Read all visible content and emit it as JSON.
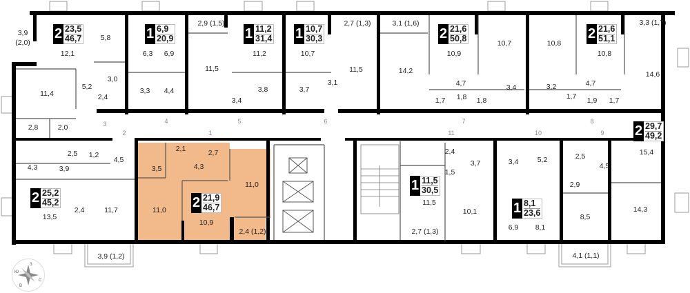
{
  "plan": {
    "highlight_color": "#f2b98a",
    "apartments": [
      {
        "rooms": "2",
        "living": "23,5",
        "total": "46,7"
      },
      {
        "rooms": "1",
        "living": "6,9",
        "total": "20,9"
      },
      {
        "rooms": "1",
        "living": "11,2",
        "total": "31,4"
      },
      {
        "rooms": "1",
        "living": "10,7",
        "total": "30,3"
      },
      {
        "rooms": "2",
        "living": "21,6",
        "total": "50,8"
      },
      {
        "rooms": "2",
        "living": "21,6",
        "total": "51,1"
      },
      {
        "rooms": "2",
        "living": "29,7",
        "total": "49,2"
      },
      {
        "rooms": "2",
        "living": "25,2",
        "total": "45,2"
      },
      {
        "rooms": "2",
        "living": "21,9",
        "total": "46,7"
      },
      {
        "rooms": "1",
        "living": "11,5",
        "total": "30,5"
      },
      {
        "rooms": "1",
        "living": "8,1",
        "total": "23,6"
      }
    ],
    "room_areas": [
      "3,9",
      "(2,0)",
      "12,1",
      "5,8",
      "6,3",
      "6,9",
      "2,9 (1,5)",
      "11,5",
      "11,2",
      "10,7",
      "2,7 (1,3)",
      "11,5",
      "3,1 (1,6)",
      "14,2",
      "10,9",
      "10,7",
      "10,8",
      "10,8",
      "3,3 (1,7)",
      "14,6",
      "11,4",
      "3,0",
      "5,2",
      "2,4",
      "3,3",
      "4,4",
      "3,4",
      "3,8",
      "3,7",
      "3,1",
      "4,7",
      "3,4",
      "3,2",
      "4,7",
      "1,7",
      "1,8",
      "1,8",
      "1,7",
      "1,9",
      "1,7",
      "2,8",
      "2,0",
      "2,5",
      "1,2",
      "4,5",
      "4,3",
      "3,9",
      "13,5",
      "2,4",
      "11,7",
      "2,1",
      "2,7",
      "3,5",
      "4,3",
      "11,0",
      "11,0",
      "10,9",
      "2,4 (1,2)",
      "3,9 (1,2)",
      "2,4",
      "3,7",
      "1,5",
      "3,4",
      "5,2",
      "11,5",
      "10,1",
      "6,9",
      "8,1",
      "2,7 (1,3)",
      "2,5",
      "4,5",
      "2,9",
      "8,5",
      "15,4",
      "14,3",
      "4,1 (1,1)"
    ],
    "door_numbers": [
      "1",
      "2",
      "3",
      "4",
      "5",
      "6",
      "7",
      "8",
      "9",
      "10",
      "11"
    ],
    "compass": {
      "north": "З",
      "west": "Ю",
      "east": "С",
      "south": "В"
    }
  }
}
